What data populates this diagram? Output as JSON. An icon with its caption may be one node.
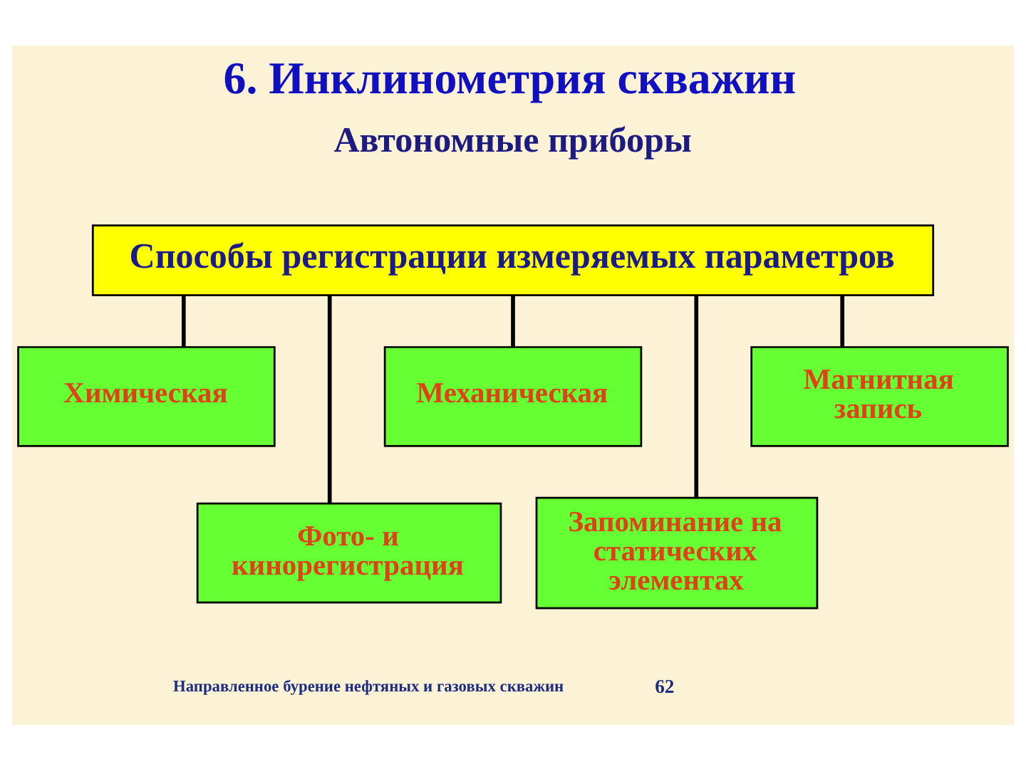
{
  "diagram": {
    "title": "6. Инклинометрия скважин",
    "nodes": [
      {
        "text": [
          "Способы регистрации измеряемых параметров"
        ]
      },
      {
        "text": [
          "Химическая"
        ]
      },
      {
        "text": [
          "Механическая"
        ]
      },
      {
        "text": [
          "Магнитная запись"
        ]
      },
      {
        "text": [
          "Фото- и кинорегистрация"
        ]
      },
      {
        "text": [
          "Запоминание на статических элементах"
        ]
      }
    ],
    "edges": [
      {
        "from": 0,
        "to": 1,
        "arrow": "none"
      },
      {
        "from": 0,
        "to": 4,
        "arrow": "none"
      },
      {
        "from": 0,
        "to": 2,
        "arrow": "none"
      },
      {
        "from": 0,
        "to": 5,
        "arrow": "none"
      },
      {
        "from": 0,
        "to": 3,
        "arrow": "none"
      }
    ],
    "labels": [
      "Автономные приборы",
      "Направленное бурение нефтяных и газовых скважин",
      "62"
    ]
  }
}
